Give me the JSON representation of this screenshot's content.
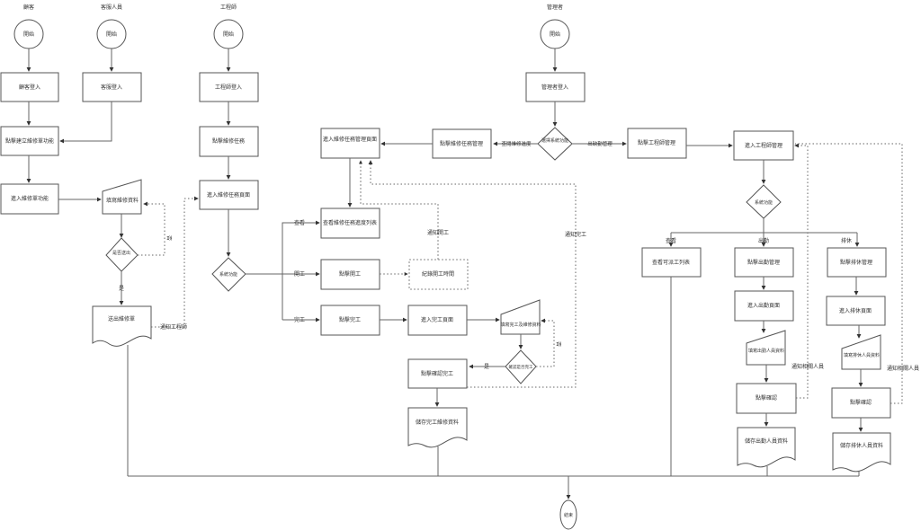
{
  "lanes": {
    "customer": "顧客",
    "support": "客服人員",
    "engineer": "工程師",
    "manager": "管理者"
  },
  "terminals": {
    "start": "開始",
    "end": "結束"
  },
  "customer_flow": {
    "login": "顧客登入",
    "click_create": "點擊建立維修單功能",
    "enter_function": "進入維修單功能",
    "fill_data": "填寫維修資料",
    "decision": "是否送出",
    "send_order": "送出維修單",
    "yes": "是",
    "no": "否",
    "notify_engineer": "通知工程師"
  },
  "support_flow": {
    "login": "客服登入"
  },
  "engineer_flow": {
    "login": "工程師登入",
    "click_task": "點擊維修任務",
    "enter_task_page": "進入維修任務頁面",
    "decision": "系統功能",
    "branch_view": "查看",
    "branch_start": "開工",
    "branch_finish": "完工",
    "view_progress_list": "查看維修任務進度列表",
    "click_start": "點擊開工",
    "record_start_time": "紀錄開工時間",
    "notify_start": "通知開工",
    "click_finish": "點擊完工",
    "enter_finish_page": "進入完工頁面",
    "fill_finish_data": "填寫完工及維修資料",
    "confirm_decision": "確認是否完工",
    "yes": "是",
    "no": "否",
    "click_confirm_finish": "點擊確認完工",
    "save_finish_data": "儲存完工維修資料",
    "notify_finish": "通知完工"
  },
  "manager_flow": {
    "login": "管理者登入",
    "decision": "選擇系統功能",
    "branch_progress": "查閱維修進度",
    "branch_attendance": "出缺勤管理",
    "click_task_mgmt": "點擊維修任務管理",
    "enter_task_mgmt_page": "進入維修任務管理頁面",
    "click_engineer_mgmt": "點擊工程師管理",
    "enter_engineer_mgmt": "進入工程師管理",
    "decision2": "系統功能",
    "branch_view": "查看",
    "branch_attend": "出勤",
    "branch_leave": "排休",
    "view_dispatch_list": "查看可派工列表",
    "click_attend_mgmt": "點擊出勤管理",
    "enter_attend_page": "進入出勤頁面",
    "fill_attend_data": "填寫出勤人員資料",
    "click_confirm_a": "點擊確認",
    "save_attend_data": "儲存出勤人員資料",
    "click_leave_mgmt": "點擊排休管理",
    "enter_leave_page": "進入排休頁面",
    "fill_leave_data": "填寫排休人員資料",
    "click_confirm_b": "點擊確認",
    "save_leave_data": "儲存排休人員資料",
    "notify_related_a": "通知相關人員",
    "notify_related_b": "通知相關人員"
  }
}
